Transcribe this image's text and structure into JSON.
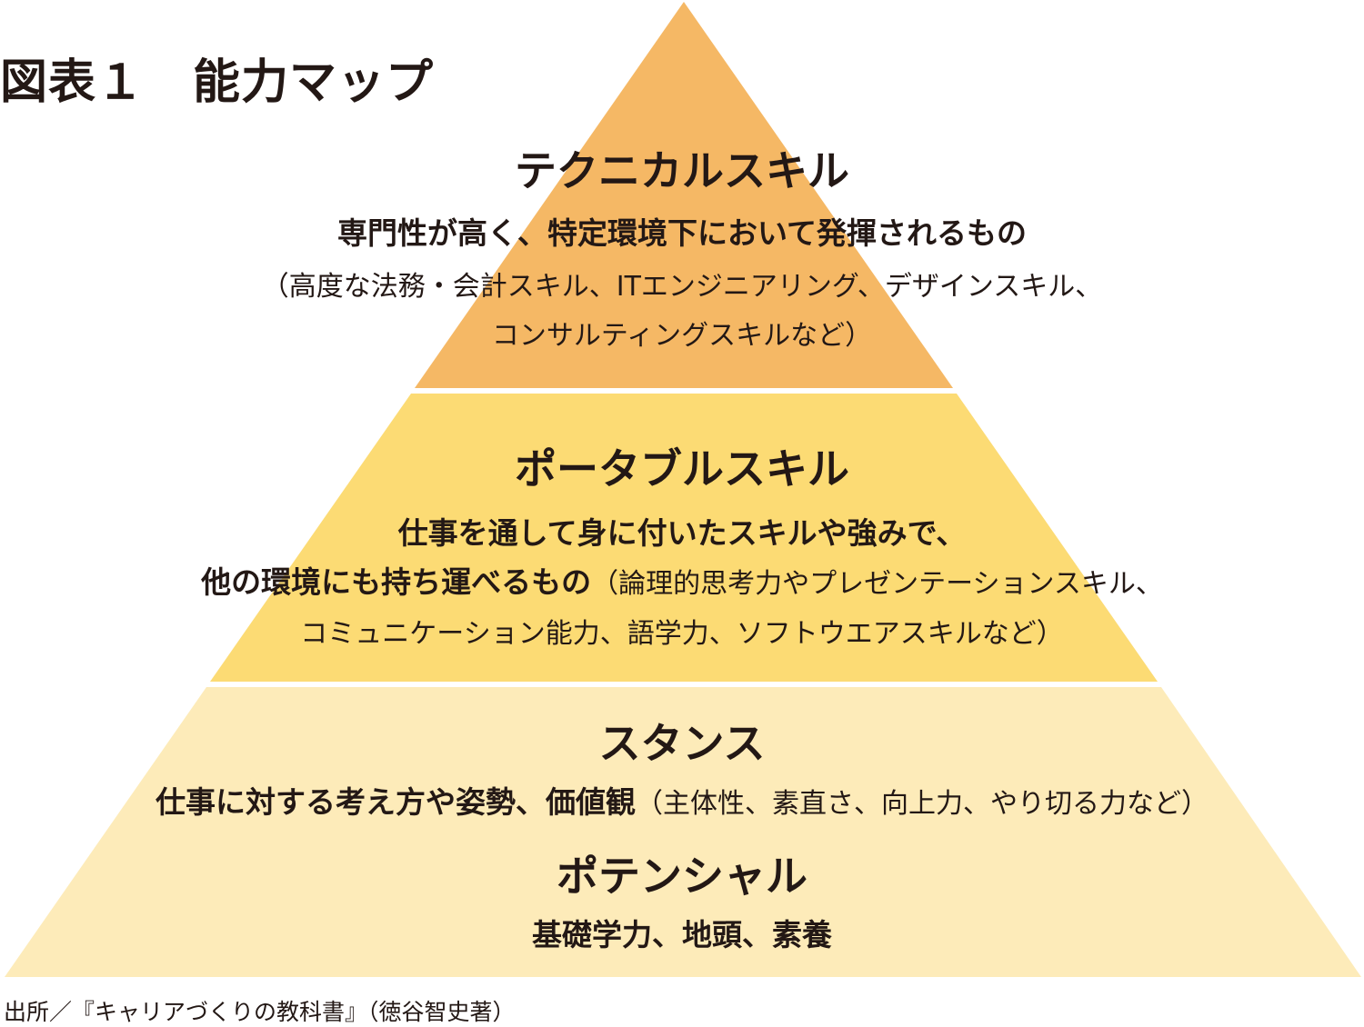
{
  "title": "図表１　能力マップ",
  "colors": {
    "top": "#F5B865",
    "middle": "#FCDB74",
    "bottom": "#FDEBB9"
  },
  "tiers": [
    {
      "heading": "テクニカルスキル",
      "lines": [
        "専門性が高く、特定環境下において発揮されるもの"
      ],
      "notes": [
        "（高度な法務・会計スキル、ITエンジニアリング、デザインスキル、",
        "コンサルティングスキルなど）"
      ]
    },
    {
      "heading": "ポータブルスキル",
      "lines": [
        "仕事を通して身に付いたスキルや強みで、",
        "他の環境にも持ち運べるもの"
      ],
      "notes": [
        "（論理的思考力やプレゼンテーションスキル、",
        "コミュニケーション能力、語学力、ソフトウエアスキルなど）"
      ]
    },
    {
      "heading": "スタンス",
      "lines": [
        "仕事に対する考え方や姿勢、価値観"
      ],
      "notes": [
        "（主体性、素直さ、向上力、やり切る力など）"
      ]
    },
    {
      "heading": "ポテンシャル",
      "lines": [
        "基礎学力、地頭、素養"
      ]
    }
  ],
  "source": "出所／『キャリアづくりの教科書』（徳谷智史著）"
}
